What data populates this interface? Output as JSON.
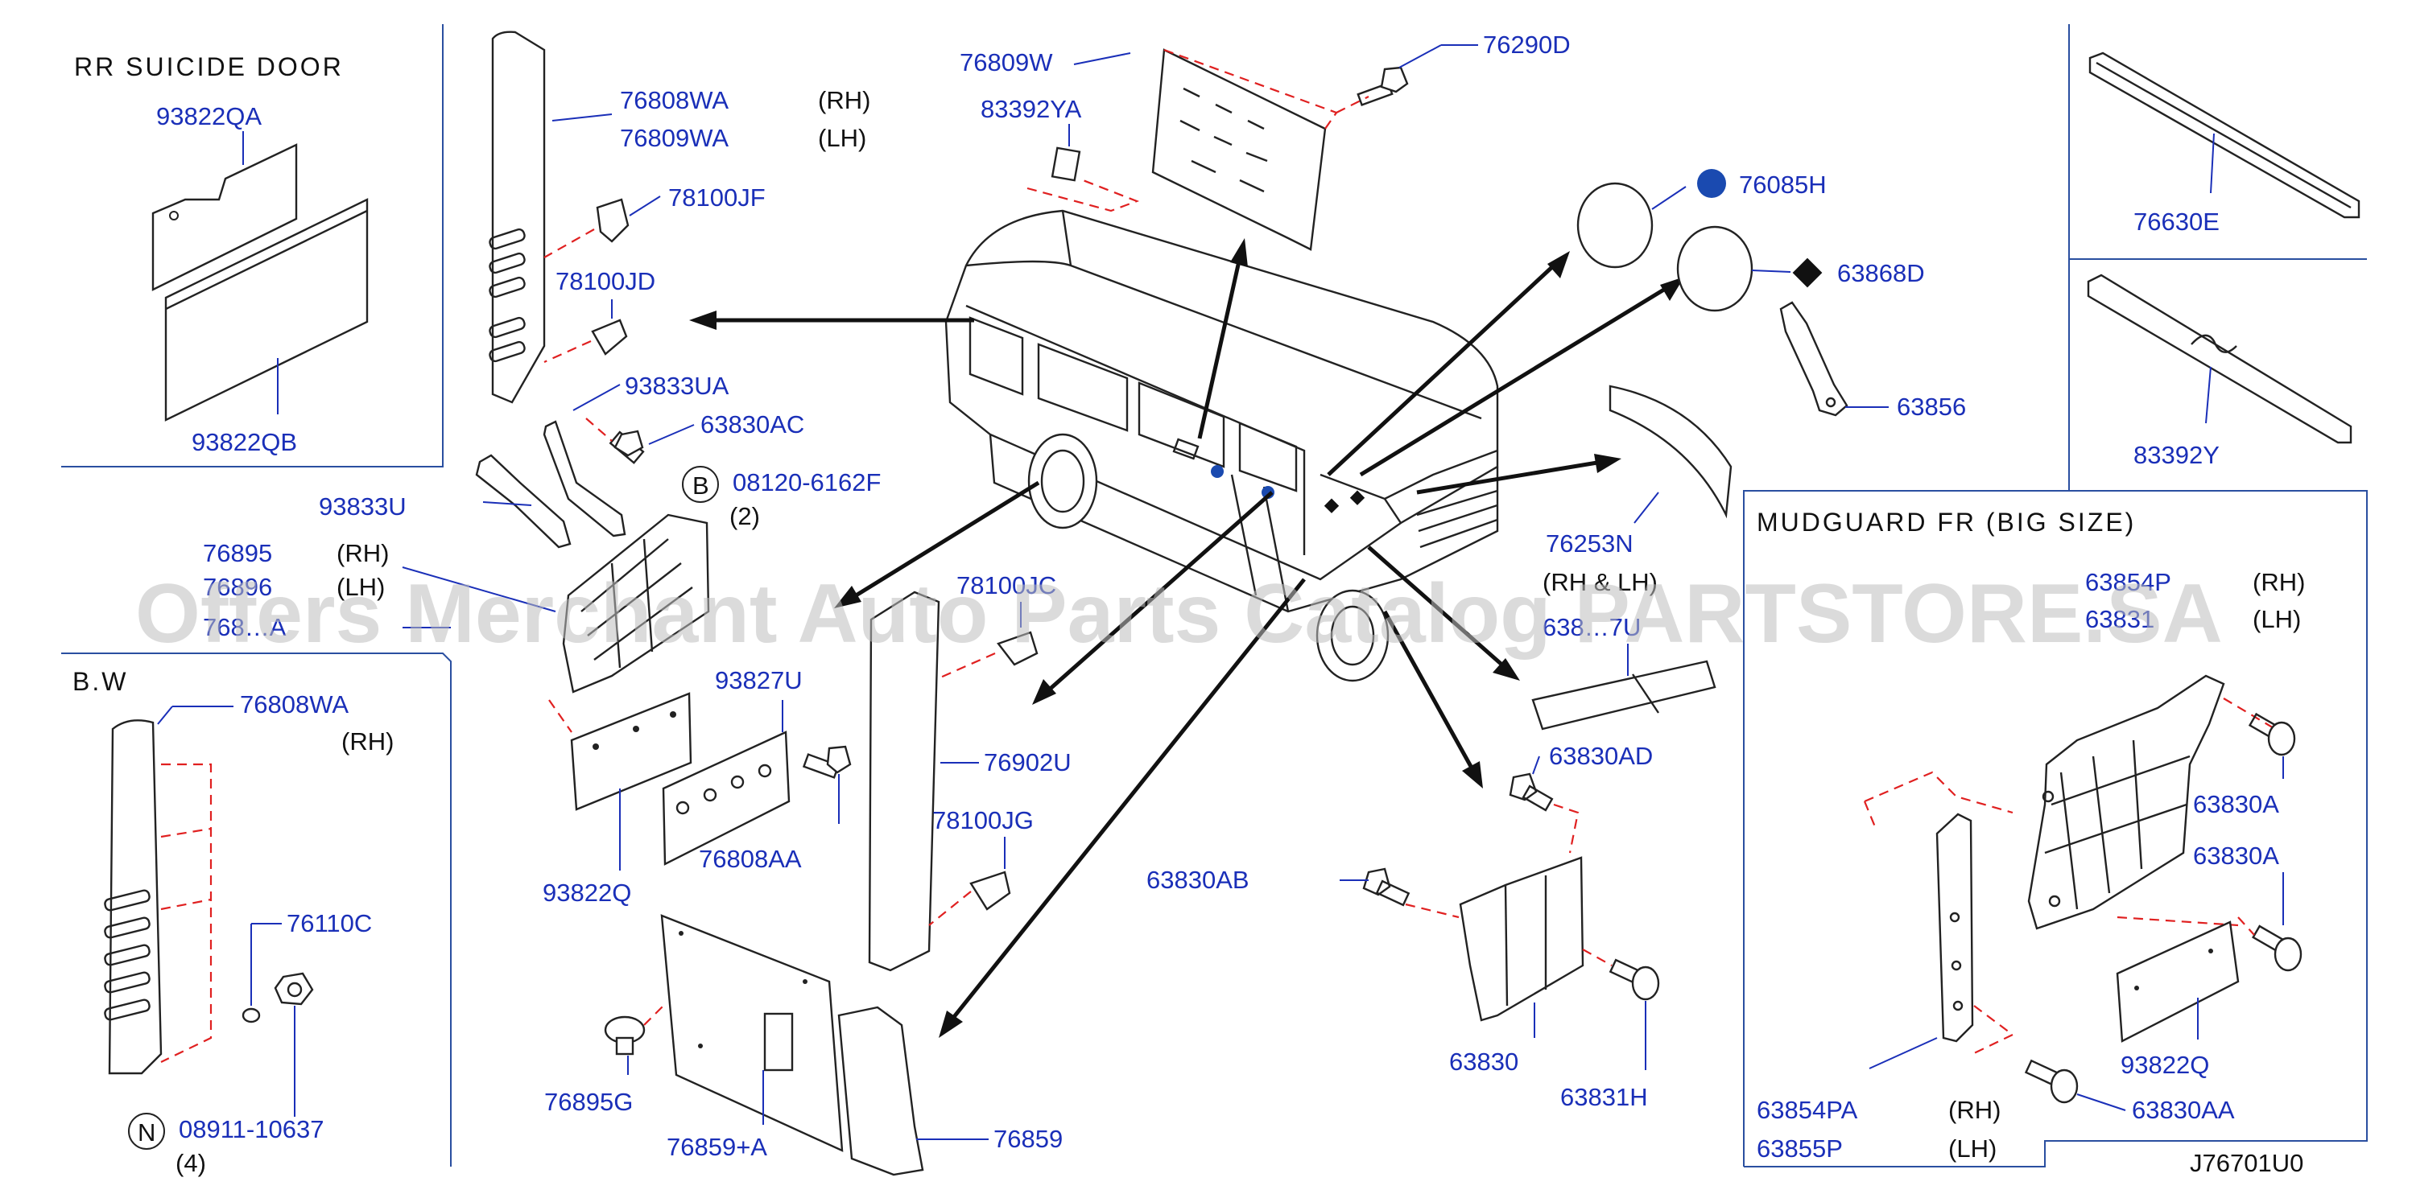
{
  "sections": {
    "rr_suicide_door": "RR  SUICIDE  DOOR",
    "bw": "B.W",
    "mudguard_fr": "MUDGUARD  FR  (BIG  SIZE)"
  },
  "watermark": "Offers Merchant Auto Parts Catalog PARTSTORE.SA",
  "diagram_code": "J76701U0",
  "part_numbers": {
    "p93822QA": "93822QA",
    "p93822QB": "93822QB",
    "p76808WA": "76808WA",
    "p76809WA": "76809WA",
    "p78100JF": "78100JF",
    "p78100JD": "78100JD",
    "p93833UA": "93833UA",
    "p63830AC": "63830AC",
    "p93833U": "93833U",
    "p08120": "08120-6162F",
    "p76895": "76895",
    "p76896": "76896",
    "p768xxA": "768…A",
    "p78100JC": "78100JC",
    "p93827U": "93827U",
    "p76902U": "76902U",
    "p93822Q": "93822Q",
    "p76808AA": "76808AA",
    "p78100JG": "78100JG",
    "p76808WA_bw": "76808WA",
    "p76110C": "76110C",
    "p08911": "08911-10637",
    "p76895G": "76895G",
    "p76859A": "76859+A",
    "p76859": "76859",
    "p76809W": "76809W",
    "p83392YA": "83392YA",
    "p76290D": "76290D",
    "p76085H": "76085H",
    "p63868D": "63868D",
    "p63856": "63856",
    "p76253N": "76253N",
    "p638x7U": "638…7U",
    "p63830AD": "63830AD",
    "p63830AB": "63830AB",
    "p63830": "63830",
    "p63831H": "63831H",
    "p76630E": "76630E",
    "p83392Y": "83392Y",
    "p63854P": "63854P",
    "p638x31": "63831",
    "p63830A_1": "63830A",
    "p63830A_2": "63830A",
    "p93822Q_fr": "93822Q",
    "p63854PA": "63854PA",
    "p63855P": "63855P",
    "p63830AA": "63830AA"
  },
  "side_labels": {
    "rh_76808": "(RH)",
    "lh_76809": "(LH)",
    "rh_76895": "(RH)",
    "lh_76896": "(LH)",
    "rh_bw": "(RH)",
    "rh_lh_76253": "(RH  &  LH)",
    "rh_63854": "(RH)",
    "lh_63831": "(LH)",
    "rh_63854pa": "(RH)",
    "lh_63855p": "(LH)"
  },
  "quantities": {
    "q08120": "(2)",
    "q08911": "(4)"
  },
  "symbols": {
    "circle_b": "B",
    "circle_n": "N"
  }
}
